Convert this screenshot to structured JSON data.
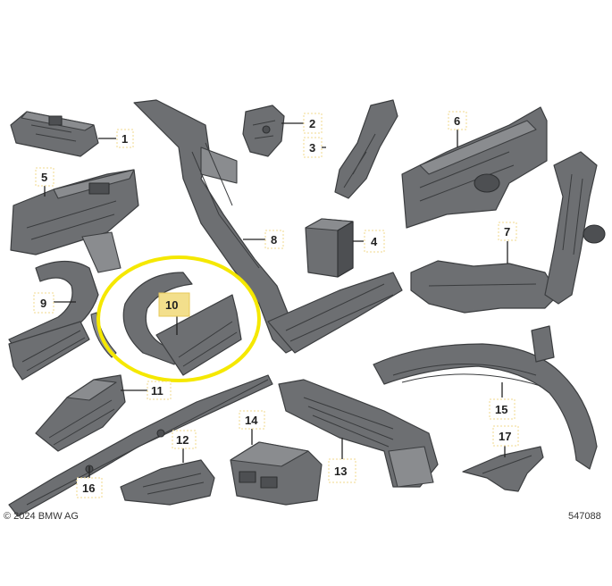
{
  "diagram": {
    "labels": {
      "p1": "1",
      "p2": "2",
      "p3": "3",
      "p4": "4",
      "p5": "5",
      "p6": "6",
      "p7": "7",
      "p8": "8",
      "p9": "9",
      "p10": "10",
      "p11": "11",
      "p12": "12",
      "p13": "13",
      "p14": "14",
      "p15": "15",
      "p16": "16",
      "p17": "17"
    },
    "highlighted_part": "10",
    "copyright": "© 2024 BMW AG",
    "diagram_number": "547088"
  },
  "colors": {
    "part_fill": "#6d6f72",
    "highlight_circle": "#f5e800",
    "label_highlight": "#f3df8c"
  }
}
